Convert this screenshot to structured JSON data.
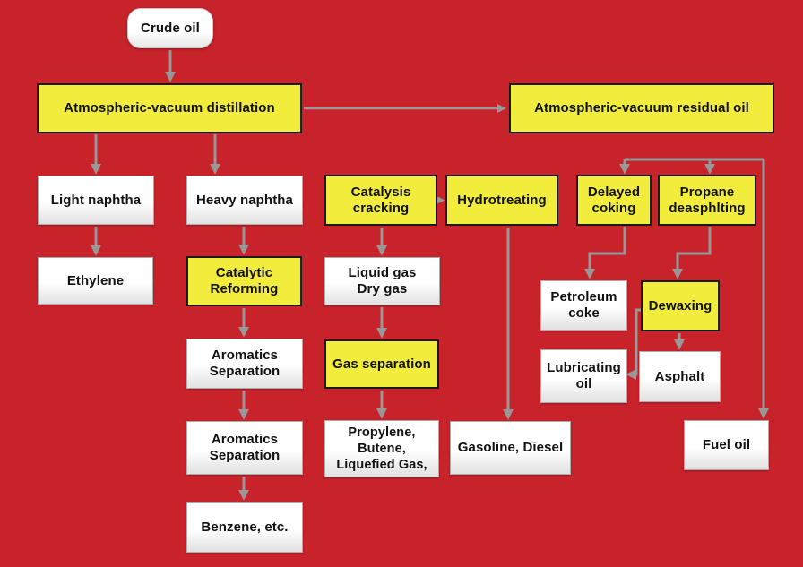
{
  "colors": {
    "background": "#c8222a",
    "process_box": "#f2ec3d",
    "process_border": "#1a1a1a",
    "product_box": "#ffffff",
    "product_border": "#ababab",
    "arrow": "#989898",
    "text": "#111111"
  },
  "nodes": {
    "crude_oil": {
      "label": "Crude oil",
      "type": "source"
    },
    "avd": {
      "label": "Atmospheric-vacuum distillation",
      "type": "process"
    },
    "avr": {
      "label": "Atmospheric-vacuum residual oil",
      "type": "process"
    },
    "light_naphtha": {
      "label": "Light naphtha",
      "type": "product"
    },
    "heavy_naphtha": {
      "label": "Heavy naphtha",
      "type": "product"
    },
    "catalysis_cracking": {
      "label": "Catalysis\ncracking",
      "type": "process"
    },
    "hydrotreating": {
      "label": "Hydrotreating",
      "type": "process"
    },
    "delayed_coking": {
      "label": "Delayed\ncoking",
      "type": "process"
    },
    "propane_deasphalting": {
      "label": "Propane\ndeasphlting",
      "type": "process"
    },
    "ethylene": {
      "label": "Ethylene",
      "type": "product"
    },
    "catalytic_reforming": {
      "label": "Catalytic\nReforming",
      "type": "process"
    },
    "liquid_gas": {
      "label": "Liquid gas\nDry gas",
      "type": "product"
    },
    "petroleum_coke": {
      "label": "Petroleum\ncoke",
      "type": "product"
    },
    "dewaxing": {
      "label": "Dewaxing",
      "type": "process"
    },
    "aromatics_separation_1": {
      "label": "Aromatics\nSeparation",
      "type": "product"
    },
    "gas_separation": {
      "label": "Gas separation",
      "type": "process"
    },
    "lubricating_oil": {
      "label": "Lubricating\noil",
      "type": "product"
    },
    "asphalt": {
      "label": "Asphalt",
      "type": "product"
    },
    "aromatics_separation_2": {
      "label": "Aromatics\nSeparation",
      "type": "product"
    },
    "propylene_butene": {
      "label": "Propylene,\nButene,\nLiquefied Gas,",
      "type": "product"
    },
    "gasoline_diesel": {
      "label": "Gasoline, Diesel",
      "type": "product"
    },
    "fuel_oil": {
      "label": "Fuel oil",
      "type": "product"
    },
    "benzene": {
      "label": "Benzene, etc.",
      "type": "product"
    }
  },
  "edges": [
    {
      "from": "crude_oil",
      "to": "avd"
    },
    {
      "from": "avd",
      "to": "avr"
    },
    {
      "from": "avd",
      "to": "light_naphtha"
    },
    {
      "from": "avd",
      "to": "heavy_naphtha"
    },
    {
      "from": "light_naphtha",
      "to": "ethylene"
    },
    {
      "from": "heavy_naphtha",
      "to": "catalytic_reforming"
    },
    {
      "from": "catalytic_reforming",
      "to": "aromatics_separation_1"
    },
    {
      "from": "aromatics_separation_1",
      "to": "aromatics_separation_2"
    },
    {
      "from": "aromatics_separation_2",
      "to": "benzene"
    },
    {
      "from": "catalysis_cracking",
      "to": "hydrotreating"
    },
    {
      "from": "catalysis_cracking",
      "to": "liquid_gas"
    },
    {
      "from": "liquid_gas",
      "to": "gas_separation"
    },
    {
      "from": "gas_separation",
      "to": "propylene_butene"
    },
    {
      "from": "hydrotreating",
      "to": "gasoline_diesel"
    },
    {
      "from": "avr",
      "to": "delayed_coking"
    },
    {
      "from": "avr",
      "to": "propane_deasphalting"
    },
    {
      "from": "avr",
      "to": "fuel_oil"
    },
    {
      "from": "delayed_coking",
      "to": "petroleum_coke"
    },
    {
      "from": "propane_deasphalting",
      "to": "dewaxing"
    },
    {
      "from": "dewaxing",
      "to": "asphalt"
    },
    {
      "from": "dewaxing",
      "to": "lubricating_oil"
    }
  ]
}
